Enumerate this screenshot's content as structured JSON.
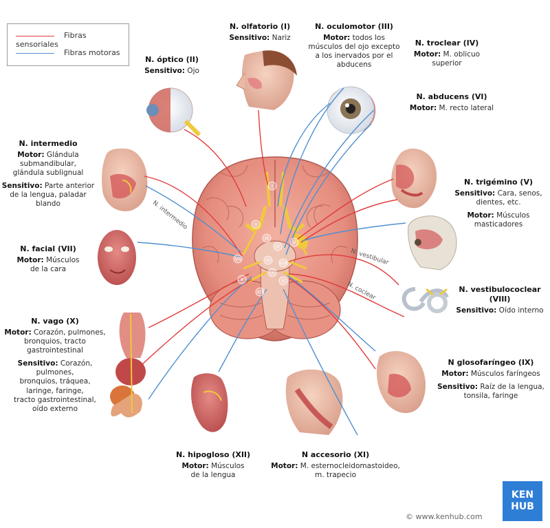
{
  "legend": {
    "sensory_label": "Fibras sensoriales",
    "motor_label": "Fibras motoras",
    "sensory_color": "#e03b3b",
    "motor_color": "#4f8fd0"
  },
  "nerves": {
    "olfactory": {
      "title": "N.  olfatorio (I)",
      "l1_key": "Sensitivo:",
      "l1_val": " Nariz"
    },
    "optic": {
      "title": "N. óptico (II)",
      "l1_key": "Sensitivo:",
      "l1_val": " Ojo"
    },
    "oculomotor": {
      "title": "N. oculomotor (III)",
      "l1_key": "Motor:",
      "l1_val": " todos los",
      "l2": "músculos del ojo excepto",
      "l3": "a los inervados por el",
      "l4": "abducens"
    },
    "trochlear": {
      "title": "N. troclear (IV)",
      "l1_key": "Motor:",
      "l1_val": " M. oblicuo",
      "l2": "superior"
    },
    "abducens": {
      "title": "N. abducens (VI)",
      "l1_key": "Motor:",
      "l1_val": " M. recto lateral"
    },
    "intermediate": {
      "title": "N. intermedio",
      "l1_key": "Motor:",
      "l1_val": " Glándula",
      "l2": "submandibular,",
      "l3": "glándula sublignual",
      "l4_key": "Sensitivo:",
      "l4_val": " Parte anterior",
      "l5": "de la lengua, paladar",
      "l6": "blando"
    },
    "trigeminal": {
      "title": "N. trigémino (V)",
      "l1_key": "Sensitivo:",
      "l1_val": " Cara, senos,",
      "l2": "dientes, etc.",
      "l3_key": "Motor:",
      "l3_val": " Músculos",
      "l4": "masticadores"
    },
    "facial": {
      "title": "N. facial (VII)",
      "l1_key": "Motor:",
      "l1_val": " Músculos",
      "l2": "de la cara"
    },
    "vestibulocochlear": {
      "title": "N. vestibulococlear (VIII)",
      "l1_key": "Sensitivo:",
      "l1_val": " Oído interno"
    },
    "vagus": {
      "title": "N. vago (X)",
      "l1_key": "Motor:",
      "l1_val": " Corazón, pulmones,",
      "l2": "bronquios, tracto",
      "l3": "gastrointestinal",
      "l4_key": "Sensitivo:",
      "l4_val": " Corazón, pulmones,",
      "l5": "bronquios, tráquea,",
      "l6": "laringe, faringe,",
      "l7": "tracto gastrointestinal,",
      "l8": "oído externo"
    },
    "glossopharyngeal": {
      "title": "N glosofaríngeo (IX)",
      "l1_key": "Motor:",
      "l1_val": " Músculos faríngeos",
      "l2_key": "Sensitivo:",
      "l2_val": " Raíz de la lengua,",
      "l3": "tonsila, faringe"
    },
    "hypoglossal": {
      "title": "N. hipogloso (XII)",
      "l1_key": "Motor:",
      "l1_val": " Músculos",
      "l2": "de la lengua"
    },
    "accessory": {
      "title": "N accesorio (XI)",
      "l1_key": "Motor:",
      "l1_val": " M. esternocleidomastoideo,",
      "l2": "m. trapecio"
    }
  },
  "branch_labels": {
    "intermedio": "N. intermedio",
    "vestibular": "N. vestibular",
    "coclear": "N. coclear"
  },
  "numerals": [
    "I",
    "II",
    "III",
    "IV",
    "V",
    "VI",
    "VII",
    "VIII",
    "IX",
    "X",
    "XI",
    "XII"
  ],
  "brand": {
    "line1": "KEN",
    "line2": "HUB"
  },
  "copyright": "© www.kenhub.com"
}
